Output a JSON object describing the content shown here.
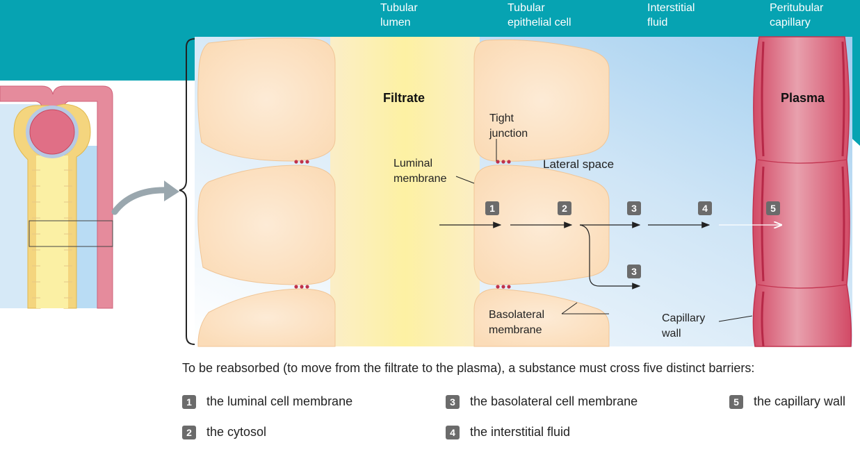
{
  "headers": {
    "tubular_lumen": "Tubular\nlumen",
    "epithelial_cell": "Tubular\nepithelial cell",
    "interstitial_fluid": "Interstitial\nfluid",
    "peritubular_capillary": "Peritubular\ncapillary"
  },
  "labels": {
    "filtrate": "Filtrate",
    "plasma": "Plasma",
    "tight_junction": "Tight\njunction",
    "luminal_membrane": "Luminal\nmembrane",
    "lateral_space": "Lateral space",
    "basolateral_membrane": "Basolateral\nmembrane",
    "capillary_wall": "Capillary\nwall"
  },
  "steps": [
    "1",
    "2",
    "3",
    "4",
    "5",
    "3"
  ],
  "caption": "To be reabsorbed (to move from the filtrate to the plasma), a substance must cross five distinct barriers:",
  "legend": [
    {
      "num": "1",
      "text": "the luminal cell membrane"
    },
    {
      "num": "2",
      "text": "the cytosol"
    },
    {
      "num": "3",
      "text": "the basolateral cell membrane"
    },
    {
      "num": "4",
      "text": "the interstitial fluid"
    },
    {
      "num": "5",
      "text": "the capillary wall"
    }
  ],
  "colors": {
    "header_band": "#06a3b2",
    "cell_fill": "#fde3c4",
    "lumen_fill": "#fdf1a6",
    "capillary": "#d9566f",
    "interstitial": "#a9d3f0"
  }
}
